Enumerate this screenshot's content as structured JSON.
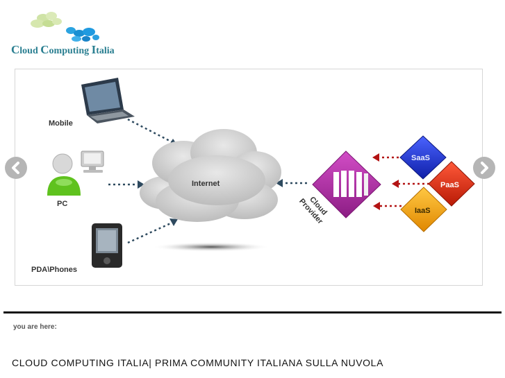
{
  "logo": {
    "word1_cap": "C",
    "word1_rest": "loud",
    "word2_cap": "C",
    "word2_rest": "omputing",
    "word3_cap": "I",
    "word3_rest": "talia"
  },
  "slide": {
    "device_labels": {
      "mobile": "Mobile",
      "pc": "PC",
      "pda": "PDA\\Phones"
    },
    "cloud_label": "Internet",
    "provider_label_line1": "Cloud",
    "provider_label_line2": "Provider",
    "services": {
      "saas": "SaaS",
      "paas": "PaaS",
      "iaas": "IaaS"
    },
    "colors": {
      "saas": "#1a2fd6",
      "paas": "#e02a10",
      "iaas": "#f7a400",
      "provider": "#b02aa8",
      "cloud": "#cfcfcf"
    }
  },
  "breadcrumb": {
    "label": "you are here:"
  },
  "site_title": "CLOUD COMPUTING ITALIA| PRIMA COMMUNITY ITALIANA SULLA NUVOLA"
}
